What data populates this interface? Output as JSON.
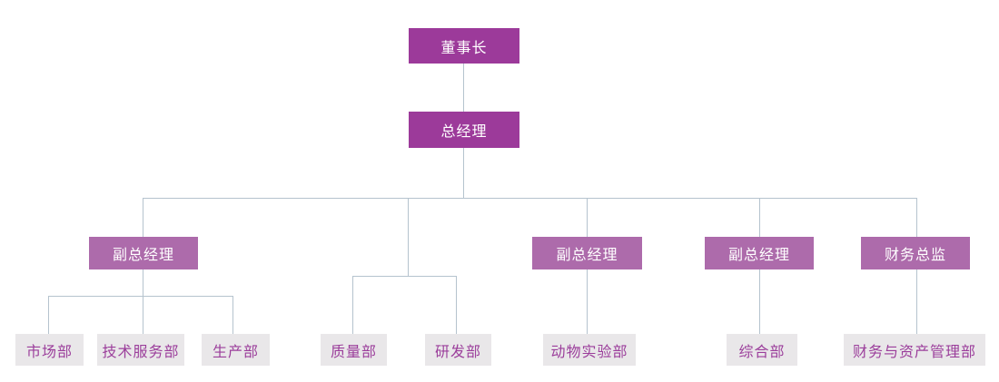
{
  "diagram": {
    "type": "org-chart",
    "nodes": {
      "chairman": {
        "label": "董事长",
        "level": 1
      },
      "general_manager": {
        "label": "总经理",
        "level": 2
      },
      "deputy_gm_1": {
        "label": "副总经理",
        "level": 3
      },
      "deputy_gm_2": {
        "label": "副总经理",
        "level": 3
      },
      "deputy_gm_3": {
        "label": "副总经理",
        "level": 3
      },
      "finance_director": {
        "label": "财务总监",
        "level": 3
      },
      "dept_marketing": {
        "label": "市场部",
        "level": 4
      },
      "dept_tech_service": {
        "label": "技术服务部",
        "level": 4
      },
      "dept_production": {
        "label": "生产部",
        "level": 4
      },
      "dept_quality": {
        "label": "质量部",
        "level": 4
      },
      "dept_rnd": {
        "label": "研发部",
        "level": 4
      },
      "dept_animal_lab": {
        "label": "动物实验部",
        "level": 4
      },
      "dept_general": {
        "label": "综合部",
        "level": 4
      },
      "dept_finance_assets": {
        "label": "财务与资产管理部",
        "level": 4
      }
    },
    "structure": [
      "董事长 → 总经理",
      "总经理 → 副总经理(左), 无标签分支, 副总经理(中), 副总经理(右), 财务总监",
      "副总经理(左) → 市场部, 技术服务部, 生产部",
      "无标签分支 → 质量部, 研发部",
      "副总经理(中) → 动物实验部",
      "副总经理(右) → 综合部",
      "财务总监 → 财务与资产管理部"
    ]
  },
  "colors": {
    "level1_bg": "#9c3a9a",
    "level3_bg": "#ad6bab",
    "leaf_bg": "#e9e7e9",
    "leaf_text": "#9b3e9b",
    "node_text": "#ffffff",
    "line": "#b5c3ce",
    "canvas_bg": "#ffffff"
  }
}
